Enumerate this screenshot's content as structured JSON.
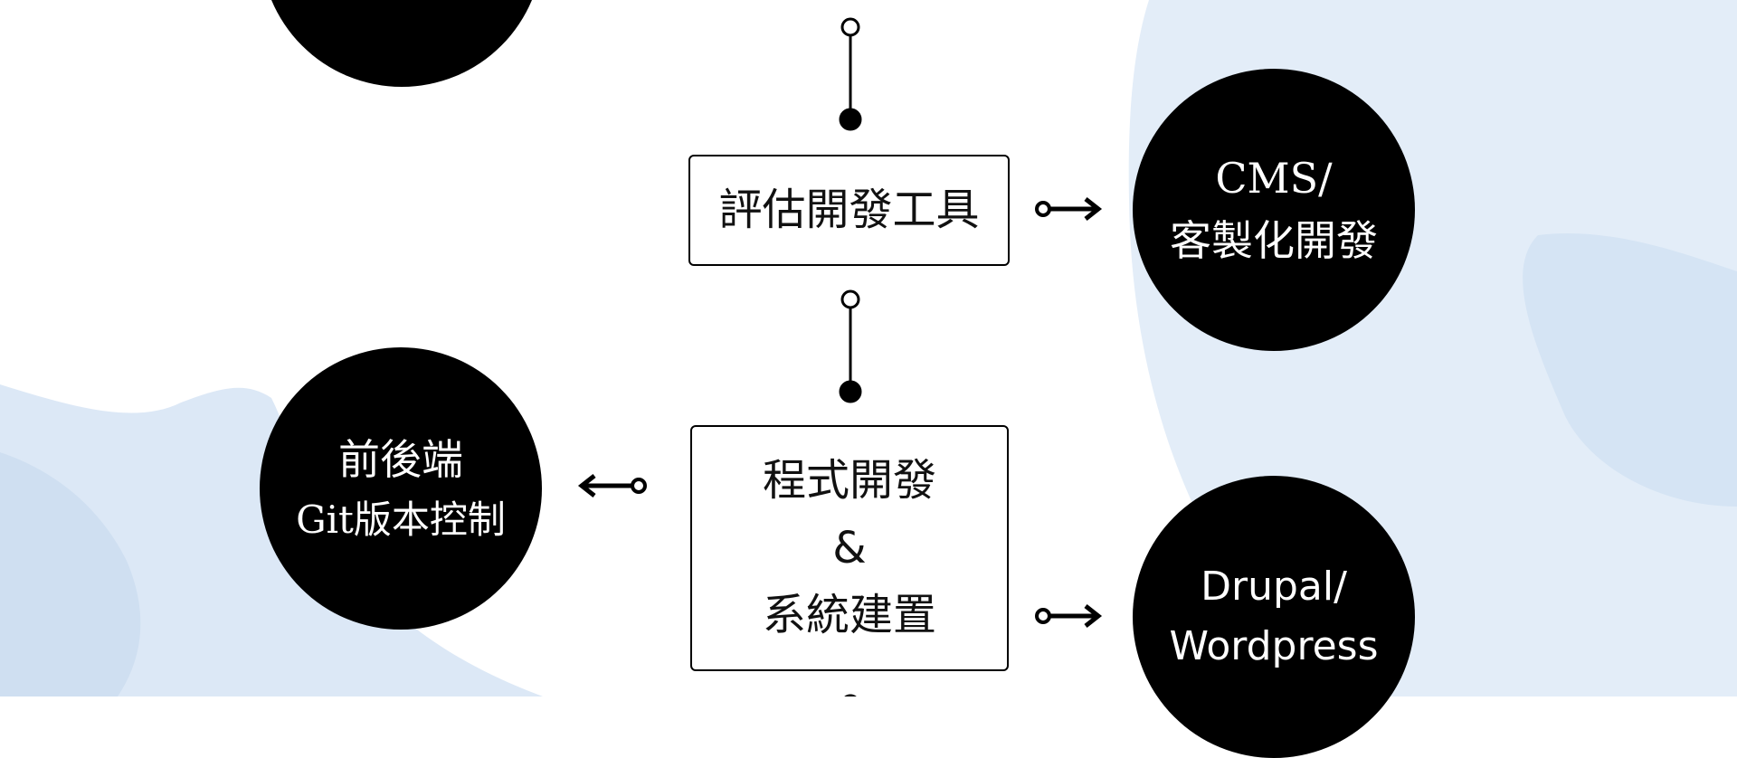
{
  "colors": {
    "background": "#ffffff",
    "shape_light": "#e3edf8",
    "shape_mid": "#d2e2f3",
    "node_fill": "#000000",
    "node_text": "#ffffff",
    "box_border": "#000000",
    "connector": "#000000"
  },
  "top_circle": {
    "text": ""
  },
  "boxes": {
    "evaluate_tools": {
      "line1": "評估開發工具"
    },
    "programming": {
      "line1": "程式開發",
      "line2": "&",
      "line3": "系統建置"
    }
  },
  "circles": {
    "cms": {
      "line1": "CMS/",
      "line2": "客製化開發"
    },
    "git": {
      "line1": "前後端",
      "line2": "Git版本控制"
    },
    "drupal": {
      "line1": "Drupal/",
      "line2": "Wordpress"
    }
  }
}
